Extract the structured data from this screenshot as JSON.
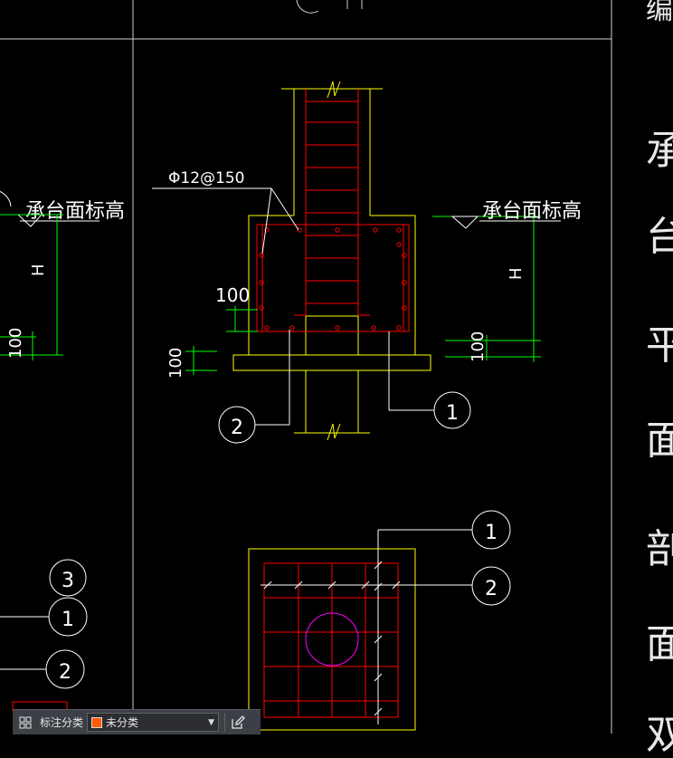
{
  "drawing": {
    "left_annotation": {
      "elevation_label": "承台面标高",
      "h_label": "H",
      "dim_100": "100"
    },
    "section": {
      "rebar_label": "Φ12@150",
      "dim_100_a": "100",
      "dim_100_b": "100",
      "elevation_label": "承台面标高",
      "h_label": "H",
      "dim_100_c": "100",
      "callout_2": "2",
      "callout_1": "1"
    },
    "plan": {
      "callout_1": "1",
      "callout_2": "2"
    },
    "left_callouts": {
      "c3": "3",
      "c1": "1",
      "c2": "2"
    },
    "side_text": [
      "编",
      "承",
      "台",
      "平",
      "面",
      "剖",
      "面",
      "双"
    ]
  },
  "toolbar": {
    "label": "标注分类",
    "category_value": "未分类",
    "category_color": "#ff5a00"
  },
  "colors": {
    "white": "#ffffff",
    "yellow": "#ffff00",
    "red": "#ff0000",
    "green": "#00ff00",
    "magenta": "#ff00ff"
  }
}
